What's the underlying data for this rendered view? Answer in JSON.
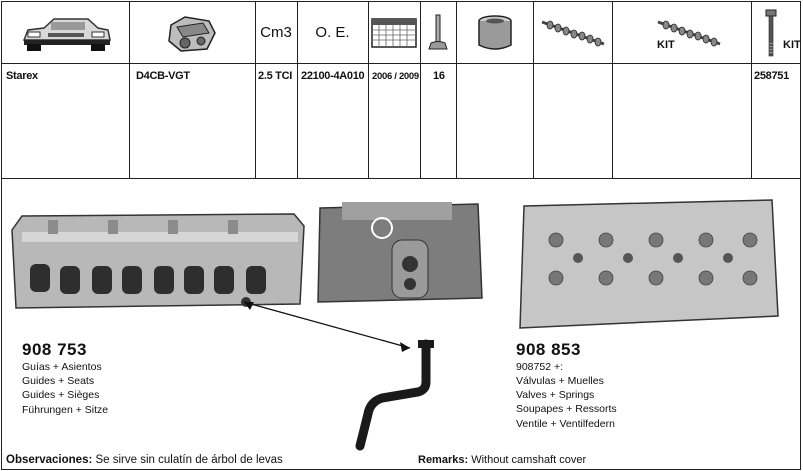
{
  "header": {
    "columns": [
      {
        "key": "vehicle-icon"
      },
      {
        "key": "engine-icon"
      },
      {
        "label": "Cm3"
      },
      {
        "label": "O. E."
      },
      {
        "key": "calendar-icon"
      },
      {
        "key": "valve-icon"
      },
      {
        "key": "tappet-icon"
      },
      {
        "key": "camshaft-icon"
      },
      {
        "key": "camshaft-kit-icon",
        "kit_label": "KIT"
      },
      {
        "key": "bolt-kit-icon",
        "kit_label": "KIT"
      }
    ]
  },
  "row": {
    "model": "Starex",
    "engine": "D4CB-VGT",
    "cm3": "2.5 TCI",
    "oe": "22100-4A010",
    "years": "2006 / 2009",
    "valves": "16",
    "tappets": "",
    "camshaft": "",
    "camshaft_kit": "",
    "bolt_kit": "258751"
  },
  "product_left": {
    "code": "908 753",
    "lines": [
      "Guías + Asientos",
      "Guides + Seats",
      "Guides + Sièges",
      "Führungen + Sitze"
    ]
  },
  "product_right": {
    "code": "908 853",
    "subcode": "908752 +:",
    "lines": [
      "Válvulas + Muelles",
      "Valves + Springs",
      "Soupapes + Ressorts",
      "Ventile + Ventilfedern"
    ]
  },
  "remarks": {
    "es_label": "Observaciones:",
    "es_text": " Se sirve sin culatín de árbol de levas",
    "en_label": "Remarks:",
    "en_text": " Without camshaft cover"
  }
}
